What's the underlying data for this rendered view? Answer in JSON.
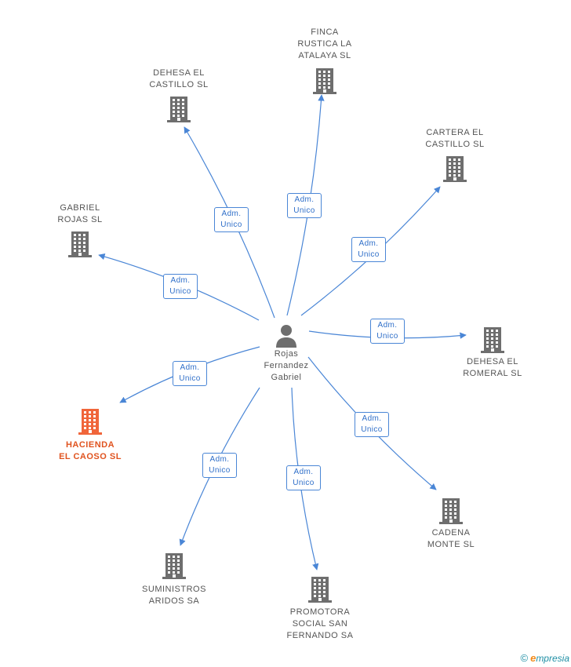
{
  "center": {
    "label": "Rojas\nFernandez\nGabriel",
    "icon": "person-icon"
  },
  "relation_label": [
    "Adm.",
    "Unico"
  ],
  "companies": [
    {
      "id": "finca-rustica-la-atalaya-sl",
      "label": "FINCA\nRUSTICA LA\nATALAYA SL",
      "highlight": false
    },
    {
      "id": "dehesa-el-castillo-sl",
      "label": "DEHESA EL\nCASTILLO SL",
      "highlight": false
    },
    {
      "id": "cartera-el-castillo-sl",
      "label": "CARTERA EL\nCASTILLO SL",
      "highlight": false
    },
    {
      "id": "gabriel-rojas-sl",
      "label": "GABRIEL\nROJAS SL",
      "highlight": false
    },
    {
      "id": "dehesa-el-romeral-sl",
      "label": "DEHESA EL\nROMERAL SL",
      "highlight": false
    },
    {
      "id": "hacienda-el-caoso-sl",
      "label": "HACIENDA\nEL CAOSO SL",
      "highlight": true
    },
    {
      "id": "cadena-monte-sl",
      "label": "CADENA\nMONTE SL",
      "highlight": false
    },
    {
      "id": "suministros-aridos-sa",
      "label": "SUMINISTROS\nARIDOS SA",
      "highlight": false
    },
    {
      "id": "promotora-social-san-fernando-sa",
      "label": "PROMOTORA\nSOCIAL SAN\nFERNANDO SA",
      "highlight": false
    }
  ],
  "colors": {
    "edge": "#4a86d6",
    "building": "#6e6e6e",
    "building_highlight": "#f0653a",
    "person": "#6e6e6e"
  },
  "footer": {
    "copyright": "©",
    "brand_first": "e",
    "brand_rest": "mpresia"
  }
}
